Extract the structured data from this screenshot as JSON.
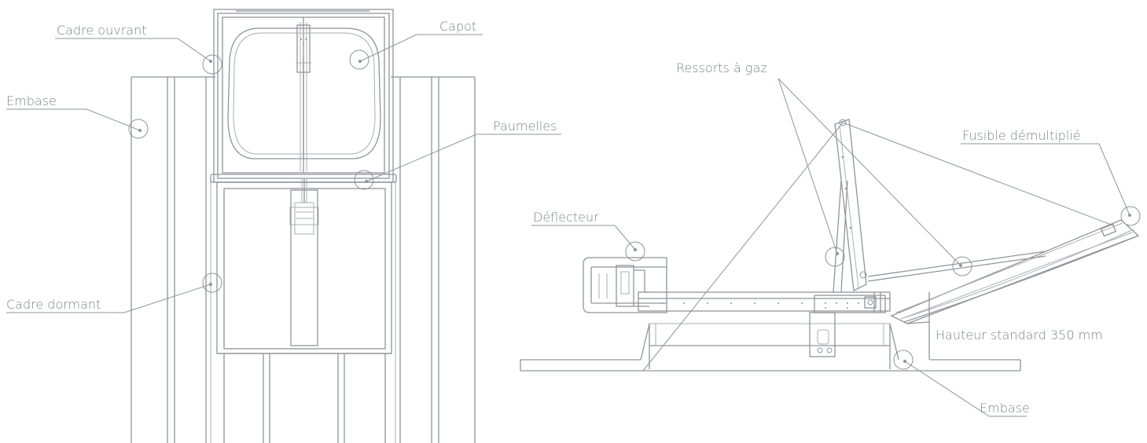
{
  "labels": {
    "cadre_ouvrant": "Cadre ouvrant",
    "capot": "Capot",
    "embase_left": "Embase",
    "paumelles": "Paumelles",
    "cadre_dormant": "Cadre dormant",
    "ressorts": "Ressorts à gaz",
    "fusible": "Fusible démultiplié",
    "deflecteur": "Déflecteur",
    "hauteur": "Hauteur standard 350 mm",
    "embase_right": "Embase"
  },
  "colors": {
    "line": "#8f959b",
    "text": "#7d8288",
    "background": "#ffffff"
  }
}
